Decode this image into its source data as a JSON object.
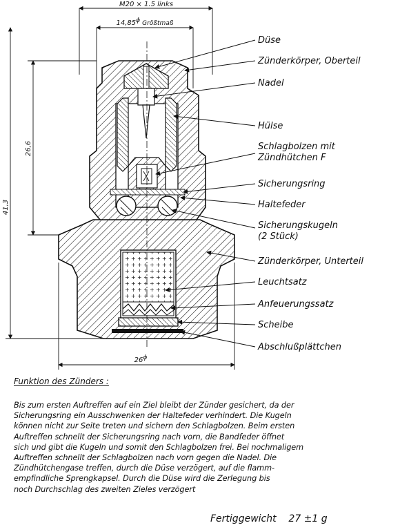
{
  "dimensions": {
    "thread": "M20 × 1.5 links",
    "max_diameter": "14,85",
    "max_diameter_note": "Größtmaß",
    "height_upper": "26,6",
    "height_total": "41,3",
    "base_diameter": "26"
  },
  "diameter_symbol": "ϕ",
  "labels": [
    "Düse",
    "Zünderkörper, Oberteil",
    "Nadel",
    "Hülse",
    "Schlagbolzen mit",
    "Zündhütchen F",
    "Sicherungsring",
    "Haltefeder",
    "Sicherungskugeln",
    "(2 Stück)",
    "Zünderkörper, Unterteil",
    "Leuchtsatz",
    "Anfeuerungssatz",
    "Scheibe",
    "Abschlußplättchen"
  ],
  "function": {
    "title": "Funktion des Zünders :",
    "lines": [
      "Bis zum ersten Auftreffen auf ein Ziel bleibt der Zünder gesichert, da der",
      "Sicherungsring ein Ausschwenken der Haltefeder verhindert. Die Kugeln",
      "können nicht zur Seite treten und sichern den Schlagbolzen. Beim ersten",
      "Auftreffen schnellt der Sicherungsring nach vorn, die Bandfeder öffnet",
      "sich und gibt die Kugeln und somit den Schlagbolzen frei. Bei nochmaligem",
      "Auftreffen schnellt der Schlagbolzen nach vorn gegen die Nadel. Die",
      "Zündhütchengase treffen, durch die Düse verzögert, auf die flamm-",
      "empfindliche Sprengkapsel. Durch die Düse wird die Zerlegung bis",
      "noch Durchschlag des zweiten Zieles verzögert"
    ]
  },
  "weight": {
    "label": "Fertiggewicht",
    "value": "27 ±1 g"
  }
}
